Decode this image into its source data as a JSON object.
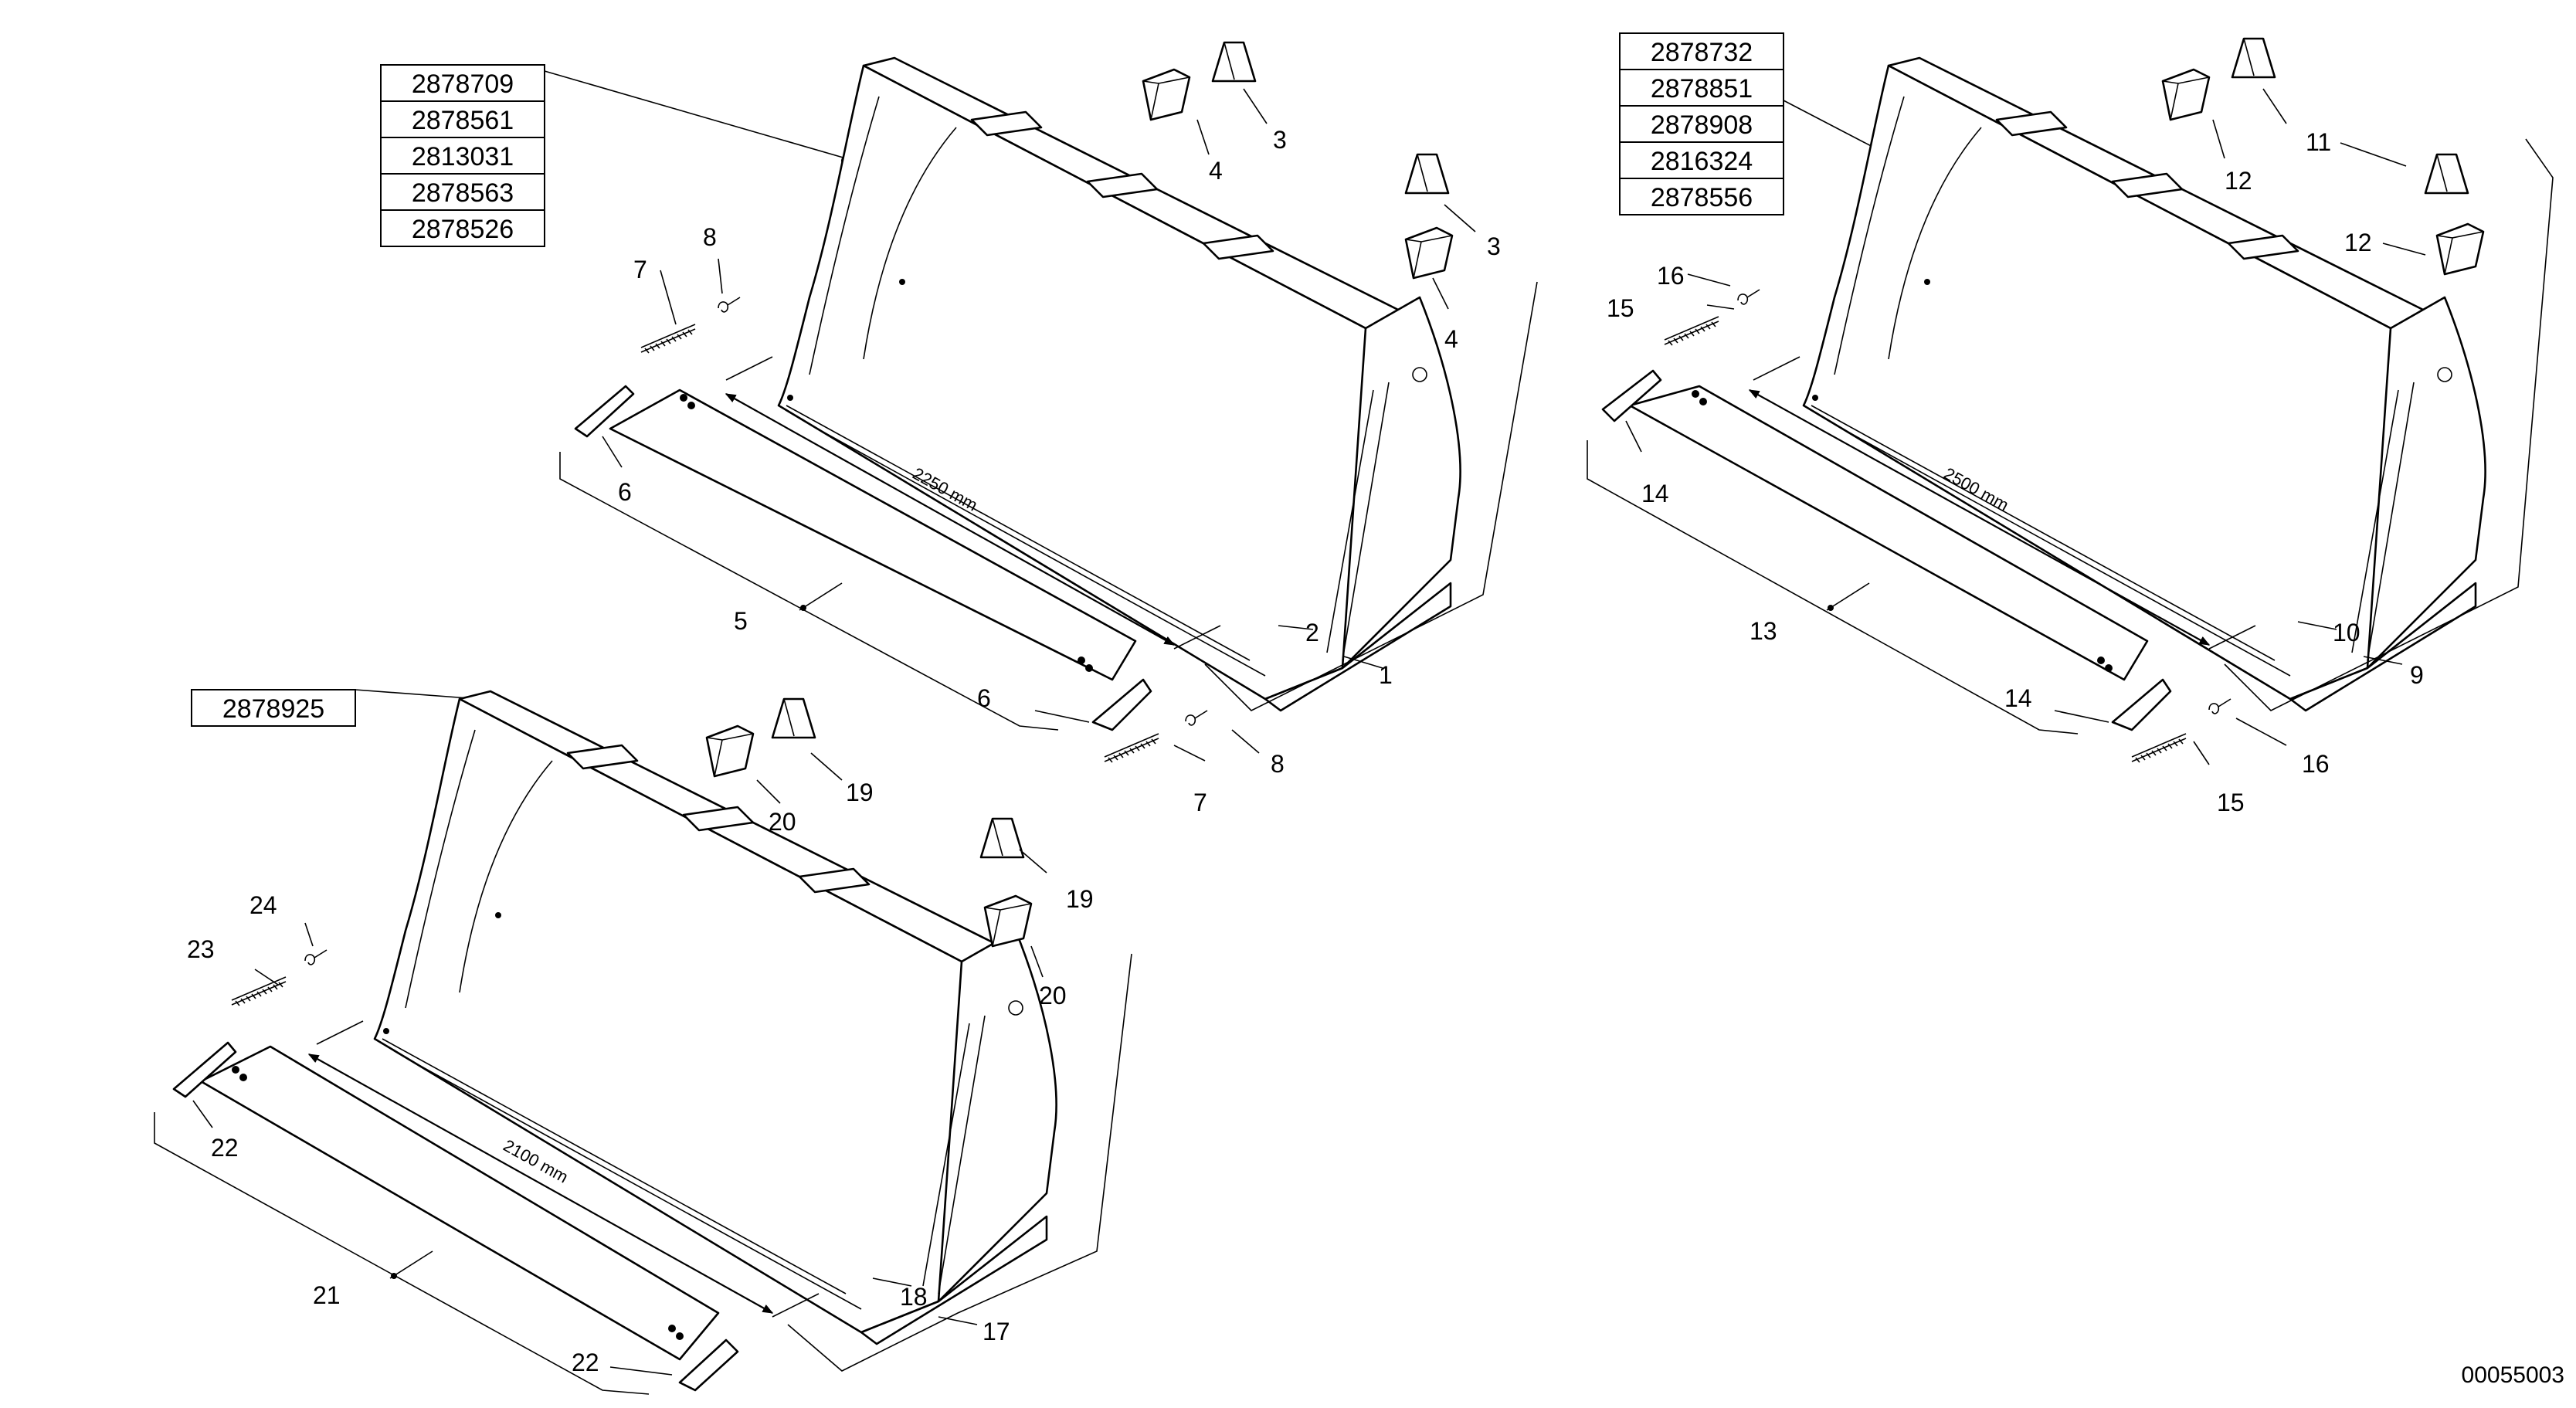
{
  "buckets": [
    {
      "part_numbers": [
        "2878709",
        "2878561",
        "2813031",
        "2878563",
        "2878526"
      ],
      "dimension": "2250 mm",
      "labels": {
        "bucket": "1",
        "body": "2",
        "tooth_a": "3",
        "tooth_b": "4",
        "edge": "5",
        "end_bit": "6",
        "spring": "7",
        "pin": "8"
      }
    },
    {
      "part_numbers": [
        "2878732",
        "2878851",
        "2878908",
        "2816324",
        "2878556"
      ],
      "dimension": "2500 mm",
      "labels": {
        "bucket": "9",
        "body": "10",
        "tooth_a": "11",
        "tooth_b": "12",
        "edge": "13",
        "end_bit": "14",
        "spring": "15",
        "pin": "16"
      }
    },
    {
      "part_numbers": [
        "2878925"
      ],
      "dimension": "2100 mm",
      "labels": {
        "bucket": "17",
        "body": "18",
        "tooth_a": "19",
        "tooth_b": "20",
        "edge": "21",
        "end_bit": "22",
        "spring": "23",
        "pin": "24"
      }
    }
  ],
  "drawing_number": "00055003"
}
